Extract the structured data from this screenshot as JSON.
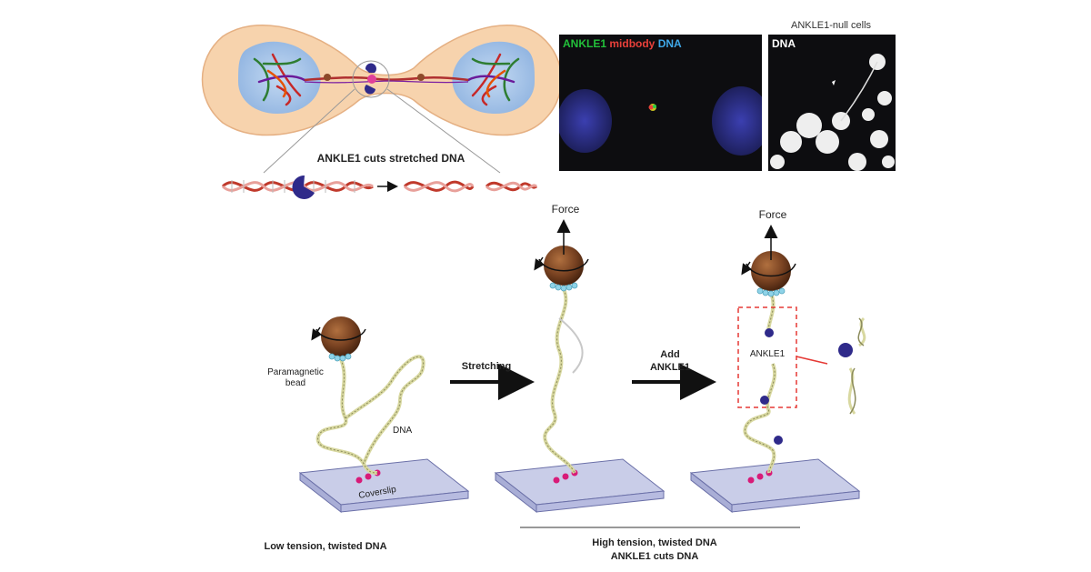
{
  "top": {
    "cut_label": "ANKLE1 cuts stretched DNA",
    "micro_left_title": {
      "ankle1": "ANKLE1",
      "midbody": "midbody",
      "dna": "DNA"
    },
    "micro_right_caption": "ANKLE1-null cells",
    "micro_right_title": "DNA"
  },
  "bottom": {
    "force_label": "Force",
    "bead_label_1": "Paramagnetic",
    "bead_label_2": "bead",
    "dna_label": "DNA",
    "coverslip_label": "Coverslip",
    "stretching_label": "Stretching",
    "add_label_1": "Add",
    "add_label_2": "ANKLE1",
    "ankle1_label": "ANKLE1",
    "low_caption": "Low tension, twisted DNA",
    "high_caption_1": "High tension, twisted DNA",
    "high_caption_2": "ANKLE1 cuts DNA"
  },
  "colors": {
    "cell": "#f7d3ad",
    "nucleus": "#a9c8ea",
    "bead": "#7a4322",
    "ankle1": "#2f2a8a",
    "dna_strand": "#c0392b",
    "green_signal": "#2ecc40",
    "red_signal": "#e8403a",
    "blue_signal": "#3b5fe0",
    "dashed_box": "#e53935"
  }
}
